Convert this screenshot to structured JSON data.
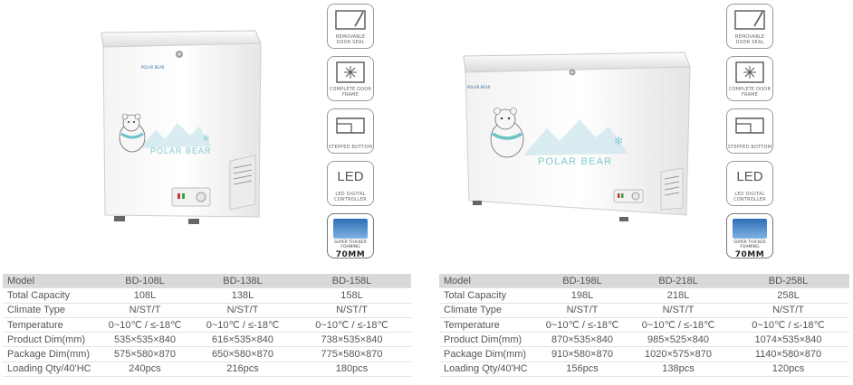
{
  "left": {
    "freezer": {
      "brand_badge": "POLAR BEAR",
      "graphic_text": "POLAR BEAR"
    },
    "features": [
      {
        "icon": "door-seal-icon",
        "caption": "REMOVABLE DOOR SEAL"
      },
      {
        "icon": "door-frame-icon",
        "caption": "COMPLETE DOOR FRAME"
      },
      {
        "icon": "stepped-bottom-icon",
        "caption": "STEPPED BOTTOM"
      },
      {
        "icon": "led-icon",
        "title": "LED",
        "caption": "LED DIGITAL CONTROLLER"
      },
      {
        "icon": "foaming-icon",
        "caption": "SUPER THICKER FOAMING",
        "value": "70MM"
      }
    ],
    "table": {
      "rows": [
        {
          "label": "Model",
          "values": [
            "BD-108L",
            "BD-138L",
            "BD-158L"
          ]
        },
        {
          "label": "Total Capacity",
          "values": [
            "108L",
            "138L",
            "158L"
          ]
        },
        {
          "label": "Climate Type",
          "values": [
            "N/ST/T",
            "N/ST/T",
            "N/ST/T"
          ]
        },
        {
          "label": "Temperature",
          "values": [
            "0~10℃ / ≤-18℃",
            "0~10℃ / ≤-18℃",
            "0~10℃ / ≤-18℃"
          ]
        },
        {
          "label": "Product Dim(mm)",
          "values": [
            "535×535×840",
            "616×535×840",
            "738×535×840"
          ]
        },
        {
          "label": "Package Dim(mm)",
          "values": [
            "575×580×870",
            "650×580×870",
            "775×580×870"
          ]
        },
        {
          "label": "Loading Qty/40'HC",
          "values": [
            "240pcs",
            "216pcs",
            "180pcs"
          ]
        }
      ]
    }
  },
  "right": {
    "freezer": {
      "brand_badge": "POLAR BEAR",
      "graphic_text": "POLAR BEAR"
    },
    "features": [
      {
        "icon": "door-seal-icon",
        "caption": "REMOVABLE DOOR SEAL"
      },
      {
        "icon": "door-frame-icon",
        "caption": "COMPLETE DOOR FRAME"
      },
      {
        "icon": "stepped-bottom-icon",
        "caption": "STEPPED BOTTOM"
      },
      {
        "icon": "led-icon",
        "title": "LED",
        "caption": "LED DIGITAL CONTROLLER"
      },
      {
        "icon": "foaming-icon",
        "caption": "SUPER THICKER FOAMING",
        "value": "70MM"
      }
    ],
    "table": {
      "rows": [
        {
          "label": "Model",
          "values": [
            "BD-198L",
            "BD-218L",
            "BD-258L"
          ]
        },
        {
          "label": "Total Capacity",
          "values": [
            "198L",
            "218L",
            "258L"
          ]
        },
        {
          "label": "Climate Type",
          "values": [
            "N/ST/T",
            "N/ST/T",
            "N/ST/T"
          ]
        },
        {
          "label": "Temperature",
          "values": [
            "0~10℃ / ≤-18℃",
            "0~10℃ / ≤-18℃",
            "0~10℃ / ≤-18℃"
          ]
        },
        {
          "label": "Product Dim(mm)",
          "values": [
            "870×535×840",
            "985×525×840",
            "1074×535×840"
          ]
        },
        {
          "label": "Package Dim(mm)",
          "values": [
            "910×580×870",
            "1020×575×870",
            "1140×580×870"
          ]
        },
        {
          "label": "Loading Qty/40'HC",
          "values": [
            "156pcs",
            "138pcs",
            "120pcs"
          ]
        }
      ]
    }
  }
}
